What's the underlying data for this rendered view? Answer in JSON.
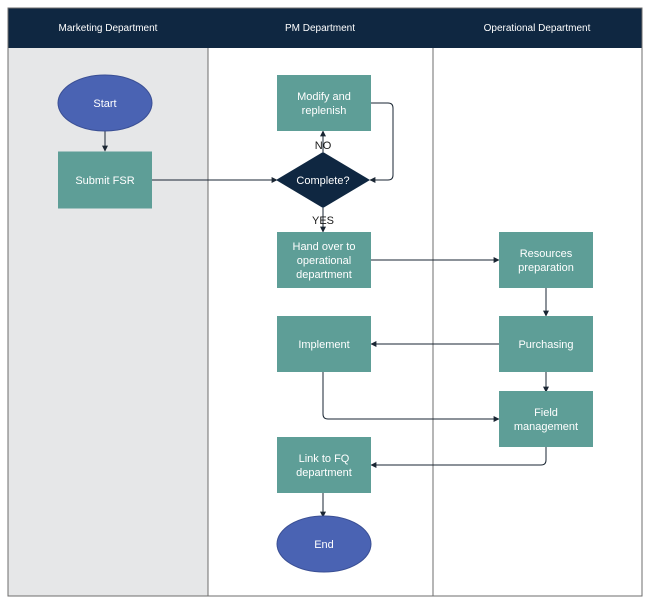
{
  "colors": {
    "header_bg": "#0f2741",
    "process_fill": "#5e9e97",
    "terminal_fill": "#4a63b3",
    "decision_fill": "#0f2741",
    "marketing_lane_bg": "#e6e7e8",
    "lane_bg": "#ffffff",
    "border": "#6d6d6d",
    "connector": "#1a2633"
  },
  "lanes": [
    {
      "title": "Marketing Department"
    },
    {
      "title": "PM Department"
    },
    {
      "title": "Operational Department"
    }
  ],
  "nodes": {
    "start": {
      "lines": [
        "Start"
      ],
      "shape": "terminal"
    },
    "submit_fsr": {
      "lines": [
        "Submit FSR"
      ],
      "shape": "process"
    },
    "modify": {
      "lines": [
        "Modify and",
        "replenish"
      ],
      "shape": "process"
    },
    "complete": {
      "lines": [
        "Complete?"
      ],
      "shape": "decision"
    },
    "hand_over": {
      "lines": [
        "Hand over to",
        "operational",
        "department"
      ],
      "shape": "process"
    },
    "implement": {
      "lines": [
        "Implement"
      ],
      "shape": "process"
    },
    "link_fq": {
      "lines": [
        "Link to FQ",
        "department"
      ],
      "shape": "process"
    },
    "end": {
      "lines": [
        "End"
      ],
      "shape": "terminal"
    },
    "resources": {
      "lines": [
        "Resources",
        "preparation"
      ],
      "shape": "process"
    },
    "purchasing": {
      "lines": [
        "Purchasing"
      ],
      "shape": "process"
    },
    "field_mgmt": {
      "lines": [
        "Field",
        "management"
      ],
      "shape": "process"
    }
  },
  "edges": {
    "no_label": "NO",
    "yes_label": "YES"
  }
}
